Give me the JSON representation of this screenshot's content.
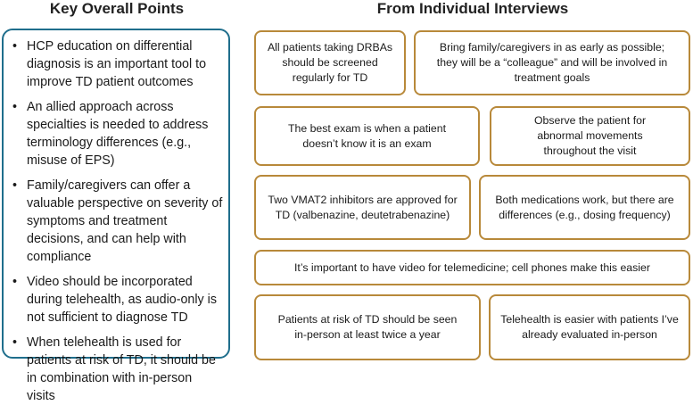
{
  "headings": {
    "left": "Key Overall Points",
    "right": "From Individual Interviews"
  },
  "key_points": [
    "HCP education on differential diagnosis is an important tool to improve TD patient outcomes",
    "An allied approach across specialties is needed to address terminology differences (e.g., misuse of EPS)",
    "Family/caregivers can offer a valuable perspective on severity of symptoms and treatment decisions, and can help with compliance",
    "Video should be incorporated during telehealth, as audio-only is not sufficient to diagnose TD",
    "When telehealth is used for patients at risk of TD, it should be in combination with in-person visits"
  ],
  "interviews": {
    "screening": "All patients taking DRBAs should be screened regularly for TD",
    "family": "Bring family/caregivers in as early as possible; they will be a “colleague” and will be involved in treatment goals",
    "best_exam": "The best exam is when a patient doesn’t know it is an exam",
    "observe": "Observe the patient for abnormal movements throughout the visit",
    "vmat2": "Two VMAT2 inhibitors are approved for TD (valbenazine, deutetrabenazine)",
    "medications": "Both medications work, but there are differences (e.g., dosing frequency)",
    "video": "It’s important to have video for telemedicine; cell phones make this easier",
    "in_person": "Patients at risk of TD should be seen in-person at least twice a year",
    "telehealth": "Telehealth is easier with patients I’ve already evaluated in-person"
  },
  "colors": {
    "left_border": "#1f6e8c",
    "box_border": "#b8893a"
  }
}
